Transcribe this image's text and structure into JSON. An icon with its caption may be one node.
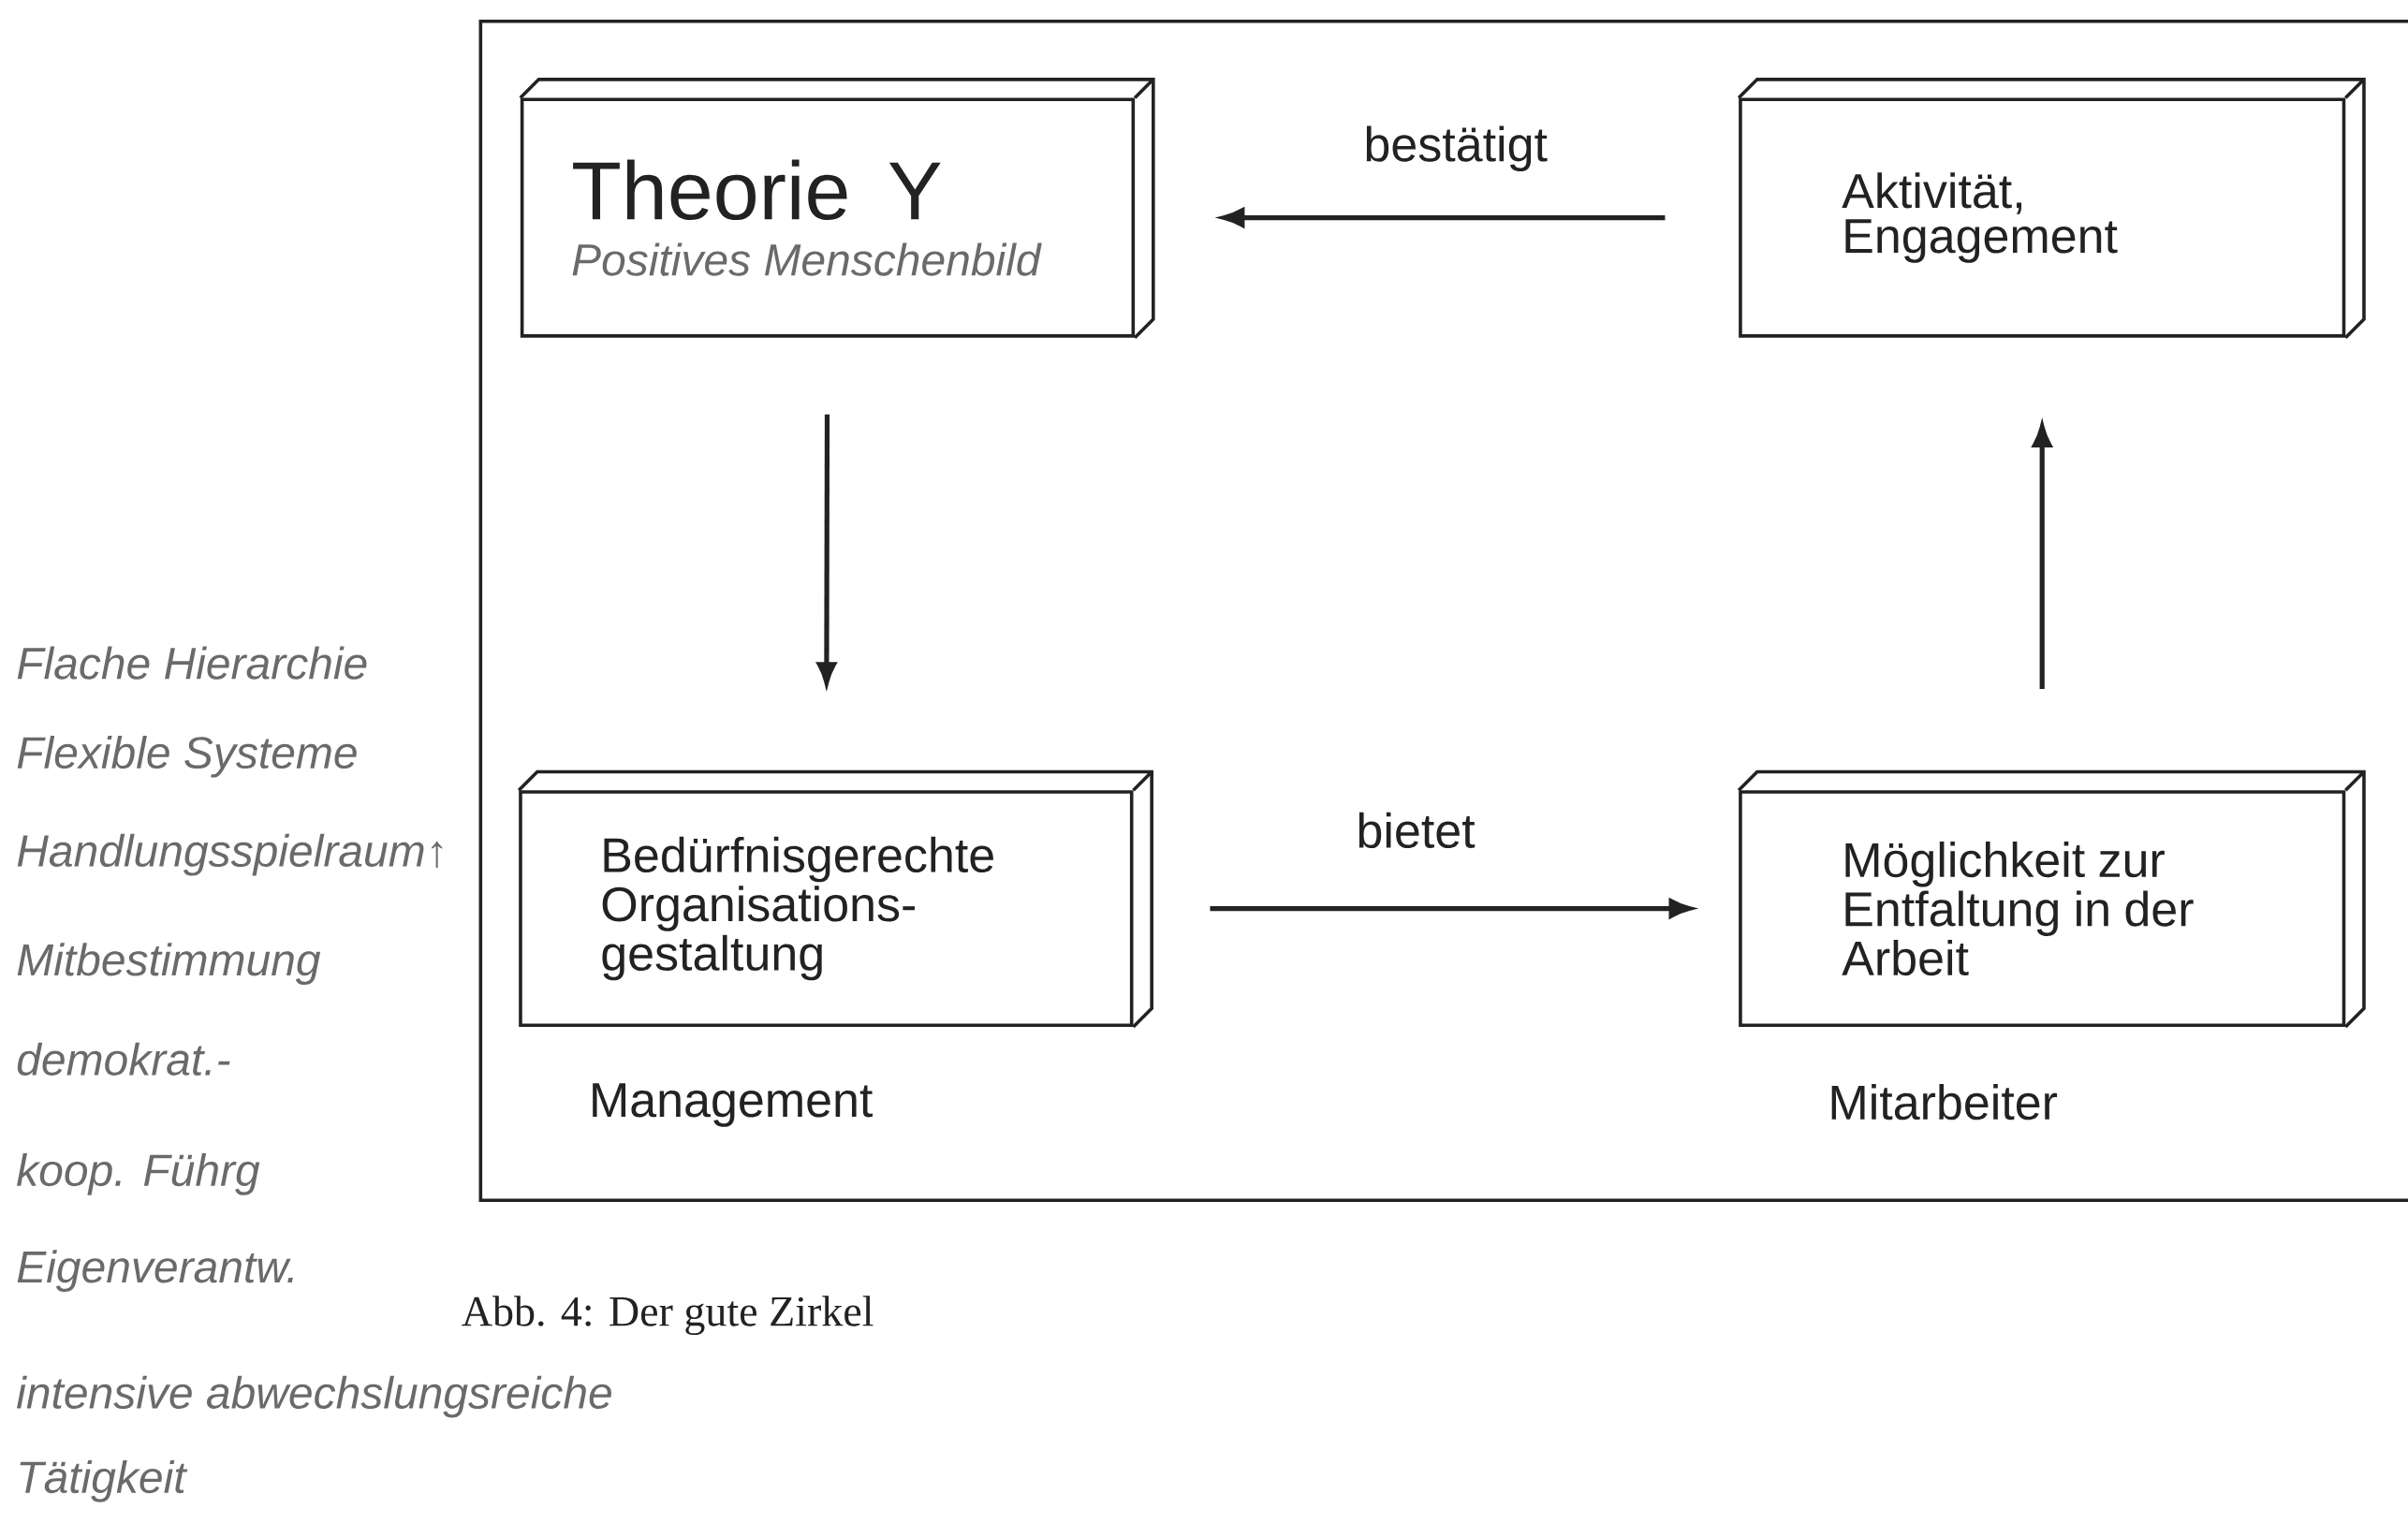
{
  "diagram": {
    "caption": "Abb. 4: Der gute Zirkel",
    "nodes": [
      {
        "text": [
          "Theorie Y",
          "Positives Menschenbild"
        ]
      },
      {
        "text": [
          "Aktivität, Engagement"
        ]
      },
      {
        "text": [
          "Bedürfnisgerechte Organisations- gestaltung"
        ],
        "beside": [
          "Management"
        ]
      },
      {
        "text": [
          "Möglichkeit zur Entfaltung in der Arbeit"
        ],
        "beside": [
          "Mitarbeiter"
        ]
      }
    ],
    "edges": [
      {
        "from": 1,
        "to": 0,
        "arrow": "to",
        "label": "bestätigt"
      },
      {
        "from": 0,
        "to": 2,
        "arrow": "to"
      },
      {
        "from": 2,
        "to": 3,
        "arrow": "to",
        "label": "bietet"
      },
      {
        "from": 3,
        "to": 1,
        "arrow": "to"
      }
    ],
    "labels": [
      "Flache Hierarchie",
      "Flexible Systeme",
      "Handlungsspielraum↑",
      "Mitbestimmung",
      "demokrat.-",
      "koop. Führg",
      "Eigenverantw.",
      "intensive abwechslungsreiche",
      "Tätigkeit"
    ]
  }
}
